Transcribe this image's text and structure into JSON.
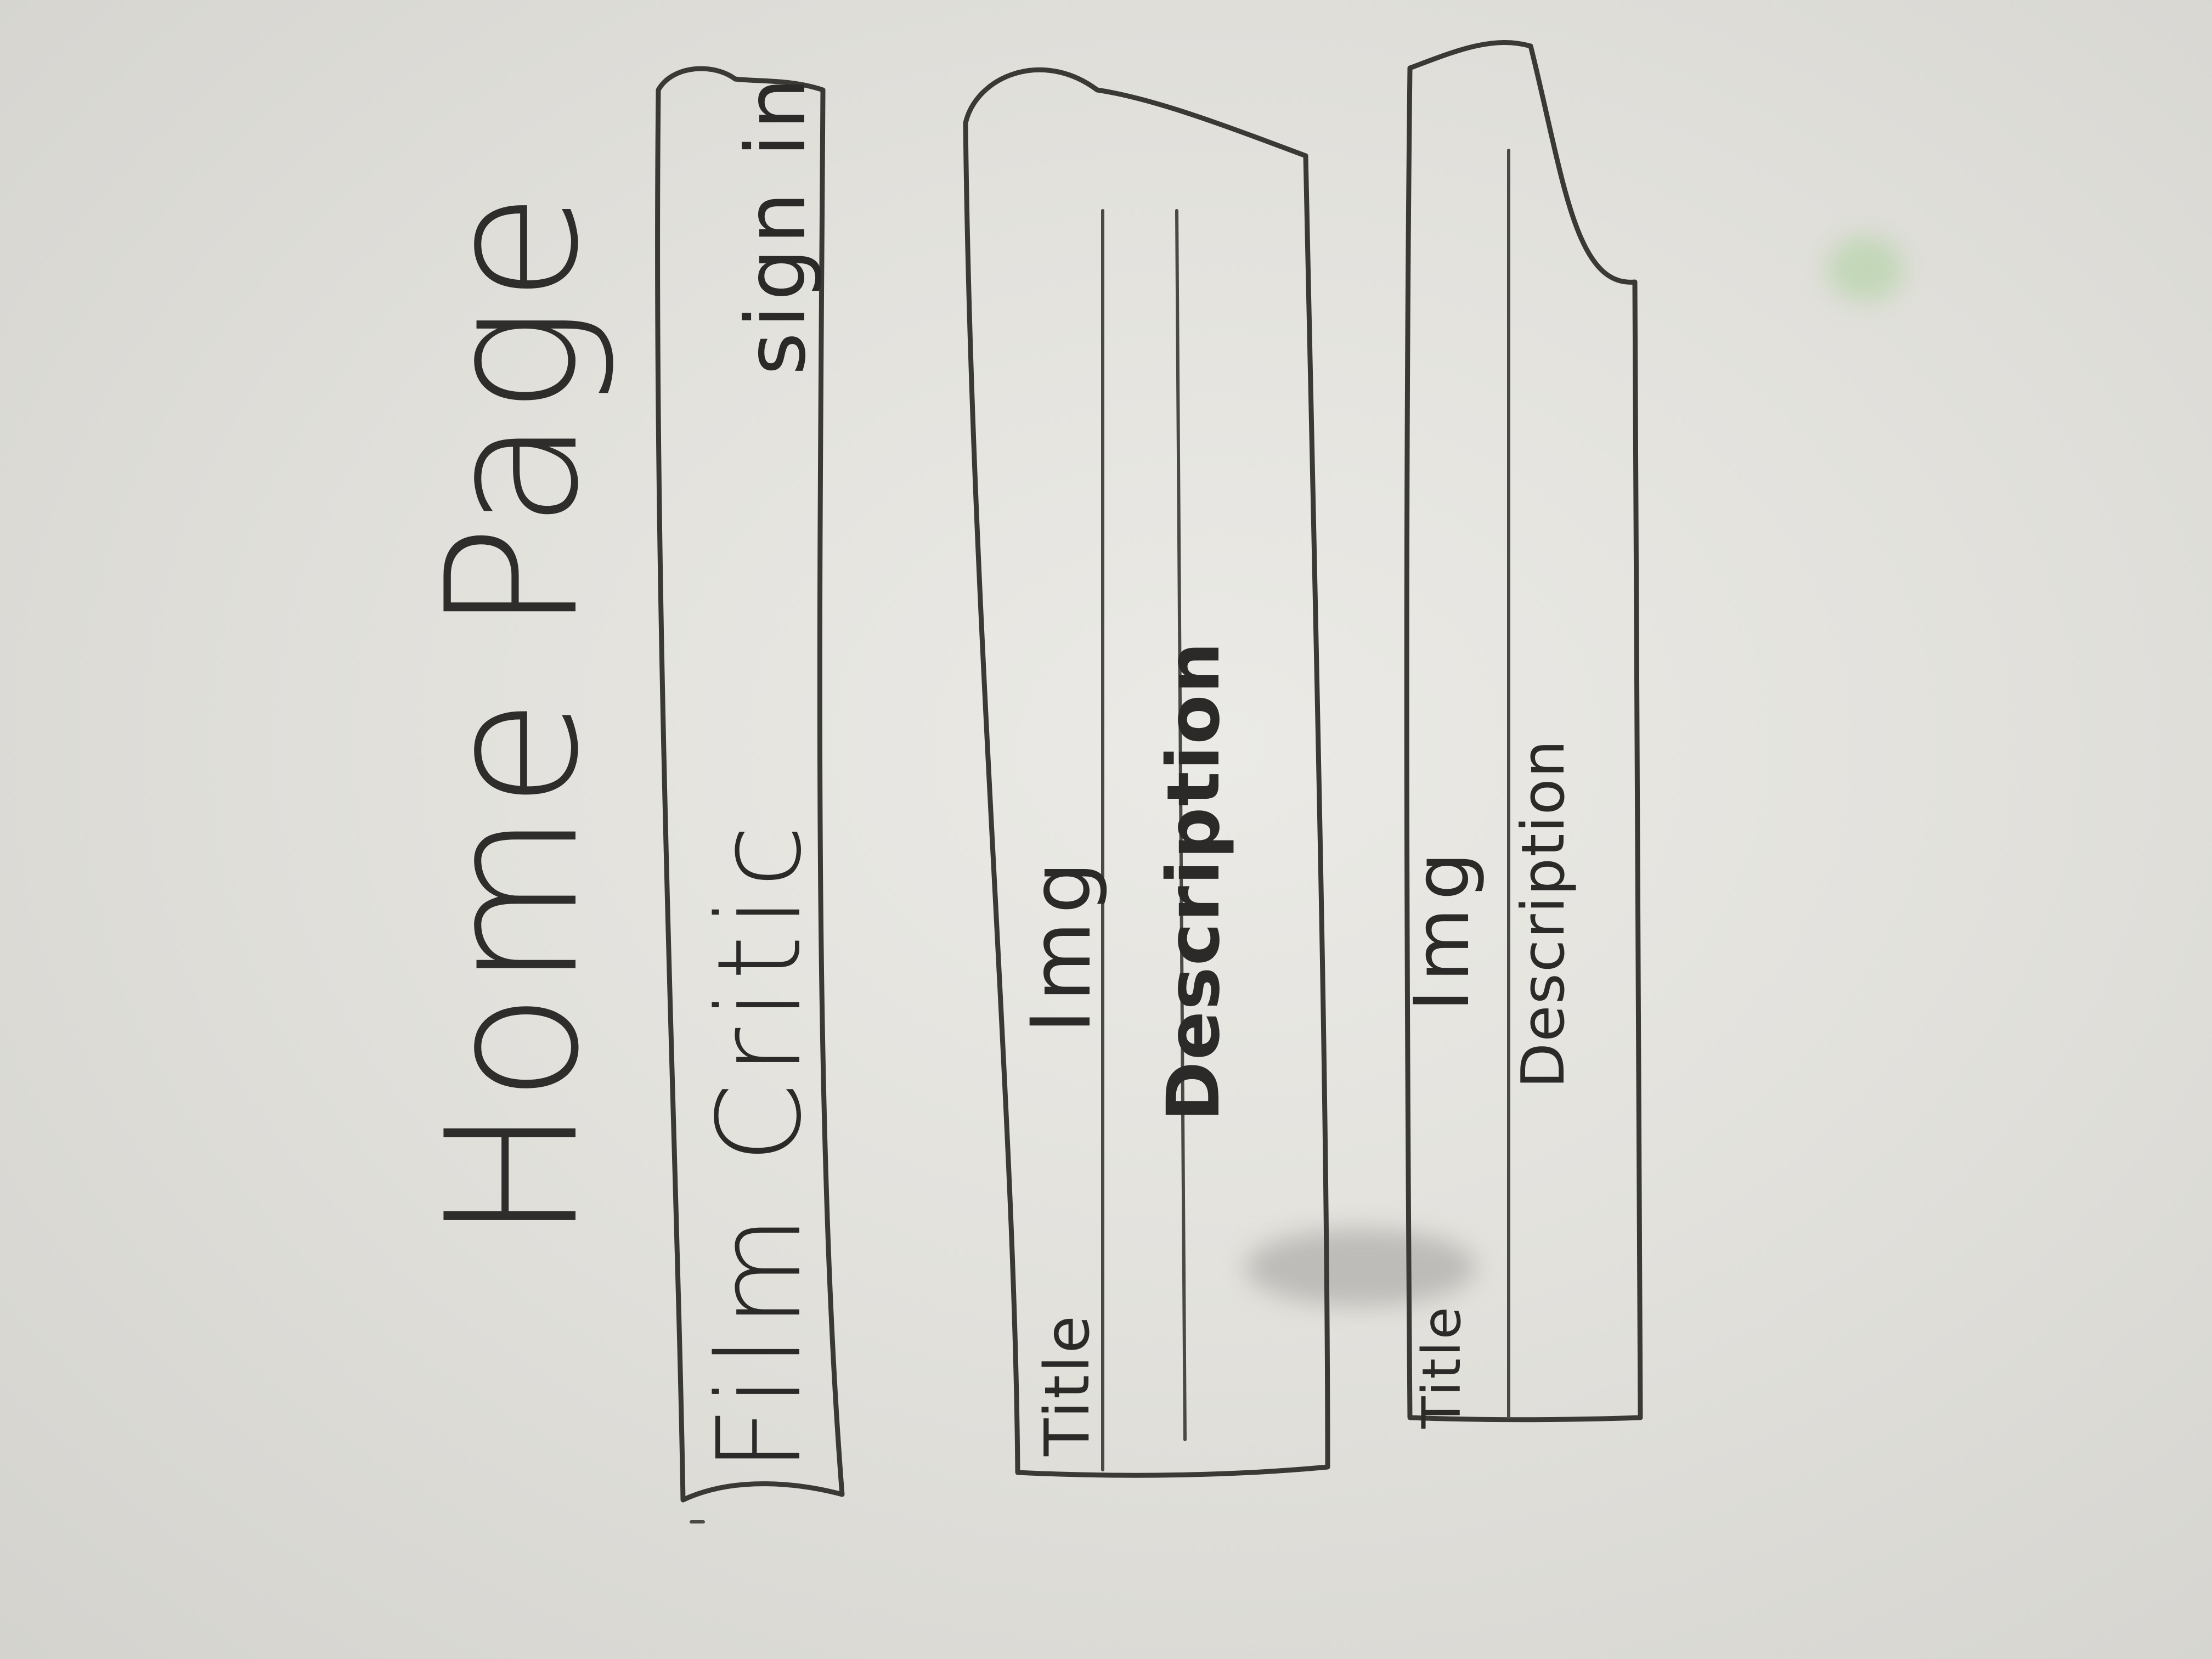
{
  "page": {
    "title": "Home Page"
  },
  "navbar": {
    "brand": "Film Critic",
    "sign_in": "sign in"
  },
  "cards": [
    {
      "title": "Title",
      "image": "Img",
      "description": "Description"
    },
    {
      "title": "Title",
      "image": "Img",
      "description": "Description"
    }
  ],
  "colors": {
    "ink": "#2b2a28",
    "board": "#e6e5e1"
  }
}
